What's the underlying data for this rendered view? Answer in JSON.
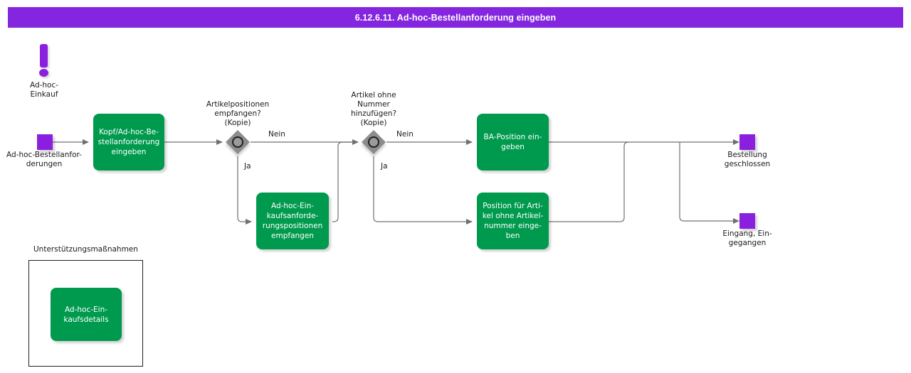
{
  "title_bar": {
    "title": "6.12.6.11. Ad-hoc-Bestellanforderung eingeben",
    "background": "#8425E0",
    "text_color": "#ffffff"
  },
  "palette": {
    "task_green": "#009A4E",
    "event_purple": "#8A1FE0",
    "gateway_grey": "#8C8C8C",
    "connector_grey": "#707070",
    "text_dark": "#1a1a1a",
    "canvas_white": "#ffffff"
  },
  "diagram": {
    "type": "bpmn-process-flow",
    "group_icon": {
      "name": "Ad-hoc-Einkauf",
      "label": "Ad-hoc-\nEinkauf",
      "icon": "exclamation-mark-icon"
    },
    "start_event": {
      "label": "Ad-hoc-Bestellanfor-\nderungen",
      "shape": "square",
      "color": "#8A1FE0"
    },
    "tasks": [
      {
        "id": "kopf-ad-hoc",
        "label": "Kopf/Ad-hoc-Be-\nstellanforderung\neingeben"
      },
      {
        "id": "ad-hoc-positionen-empfangen",
        "label": "Ad-hoc-Ein-\nkaufsanforde-\nrungspositionen\nempfangen"
      },
      {
        "id": "ba-position-eingeben",
        "label": "BA-Position ein-\ngeben"
      },
      {
        "id": "position-ohne-nummer",
        "label": "Position für Arti-\nkel ohne Artikel-\nnummer einge-\nben"
      }
    ],
    "gateways": [
      {
        "id": "gw-artikelpositionen",
        "label": "Artikelpositionen\nempfangen?\n(Kopie)",
        "type": "event-based-gateway"
      },
      {
        "id": "gw-artikel-ohne-nummer",
        "label": "Artikel ohne\nNummer\nhinzufügen?\n(Kopie)",
        "type": "event-based-gateway"
      }
    ],
    "edge_labels": {
      "gw1_nein": "Nein",
      "gw1_ja": "Ja",
      "gw2_nein": "Nein",
      "gw2_ja": "Ja"
    },
    "end_events": [
      {
        "id": "bestellung-geschlossen",
        "label": "Bestellung\ngeschlossen"
      },
      {
        "id": "eingang-eingegangen",
        "label": "Eingang, Ein-\ngegangen"
      }
    ],
    "support_group": {
      "title": "Unterstützungsmaßnahmen",
      "items": [
        {
          "id": "ad-hoc-einkaufsdetails",
          "label": "Ad-hoc-Ein-\nkaufsdetails"
        }
      ]
    }
  }
}
